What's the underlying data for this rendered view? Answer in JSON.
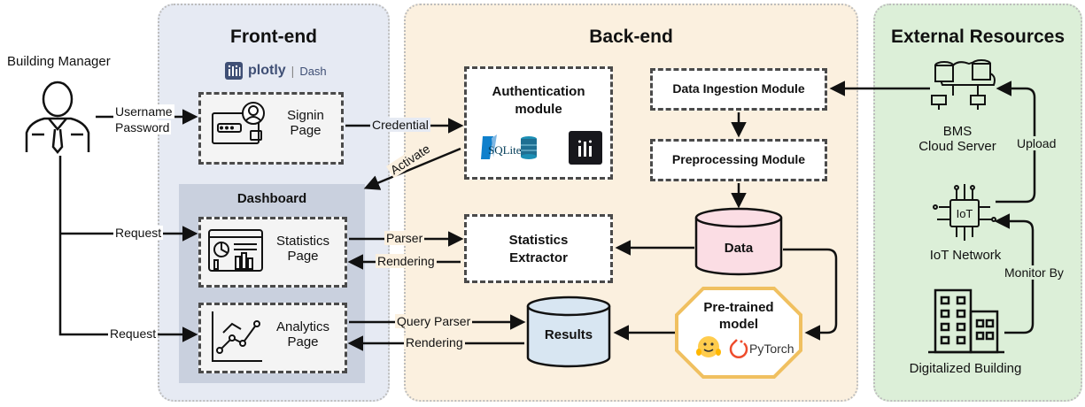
{
  "actor": {
    "label": "Building Manager"
  },
  "frontend": {
    "title": "Front-end",
    "logo_brand": "plotly",
    "logo_suffix": "Dash",
    "signin_page": "Signin\nPage",
    "dashboard_title": "Dashboard",
    "statistics_page": "Statistics\nPage",
    "analytics_page": "Analytics\nPage"
  },
  "backend": {
    "title": "Back-end",
    "auth_module": "Authentication\nmodule",
    "sqlite_label": "SQLite",
    "data_ingestion": "Data Ingestion Module",
    "preprocessing": "Preprocessing Module",
    "statistics_extractor": "Statistics\nExtractor",
    "data_store": "Data",
    "results_store": "Results",
    "pretrained_model": "Pre-trained\nmodel",
    "pytorch_label": "PyTorch"
  },
  "external": {
    "title": "External Resources",
    "bms": "BMS\nCloud Server",
    "iot": "IoT Network",
    "iot_chip": "IoT",
    "building": "Digitalized Building"
  },
  "edges": {
    "username": "Username",
    "password": "Password",
    "credential": "Credential",
    "activate": "Activate",
    "request_stats": "Request",
    "request_analytics": "Request",
    "parser": "Parser",
    "rendering_stats": "Rendering",
    "query_parser": "Query Parser",
    "rendering_analytics": "Rendering",
    "upload": "Upload",
    "monitor_by": "Monitor By"
  },
  "colors": {
    "frontend_bg": "#e6eaf3",
    "dashboard_bg": "#c9d0de",
    "backend_bg": "#fbf0df",
    "external_bg": "#dcefd8",
    "data_cylinder": "#fbdde4",
    "model_border": "#f0c060"
  }
}
